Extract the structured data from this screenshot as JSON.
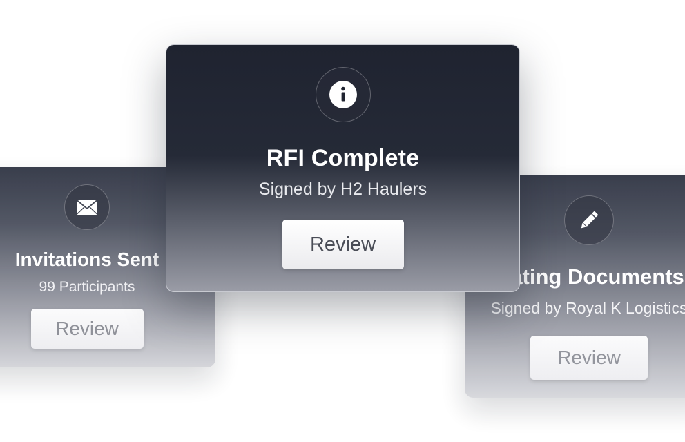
{
  "cards": {
    "left": {
      "icon": "envelope-icon",
      "title": "Invitations Sent",
      "subtitle": "99 Participants",
      "button_label": "Review"
    },
    "center": {
      "icon": "info-icon",
      "title": "RFI Complete",
      "subtitle": "Signed by H2 Haulers",
      "button_label": "Review"
    },
    "right": {
      "icon": "pencil-icon",
      "title": "Gating Documents",
      "subtitle": "Signed by Royal K Logistics",
      "button_label": "Review"
    }
  },
  "colors": {
    "card_dark": "#1f2330",
    "card_light": "#d3d4d9",
    "button_bg": "#ffffff",
    "button_text": "#4a4d57",
    "title_text": "#ffffff"
  }
}
